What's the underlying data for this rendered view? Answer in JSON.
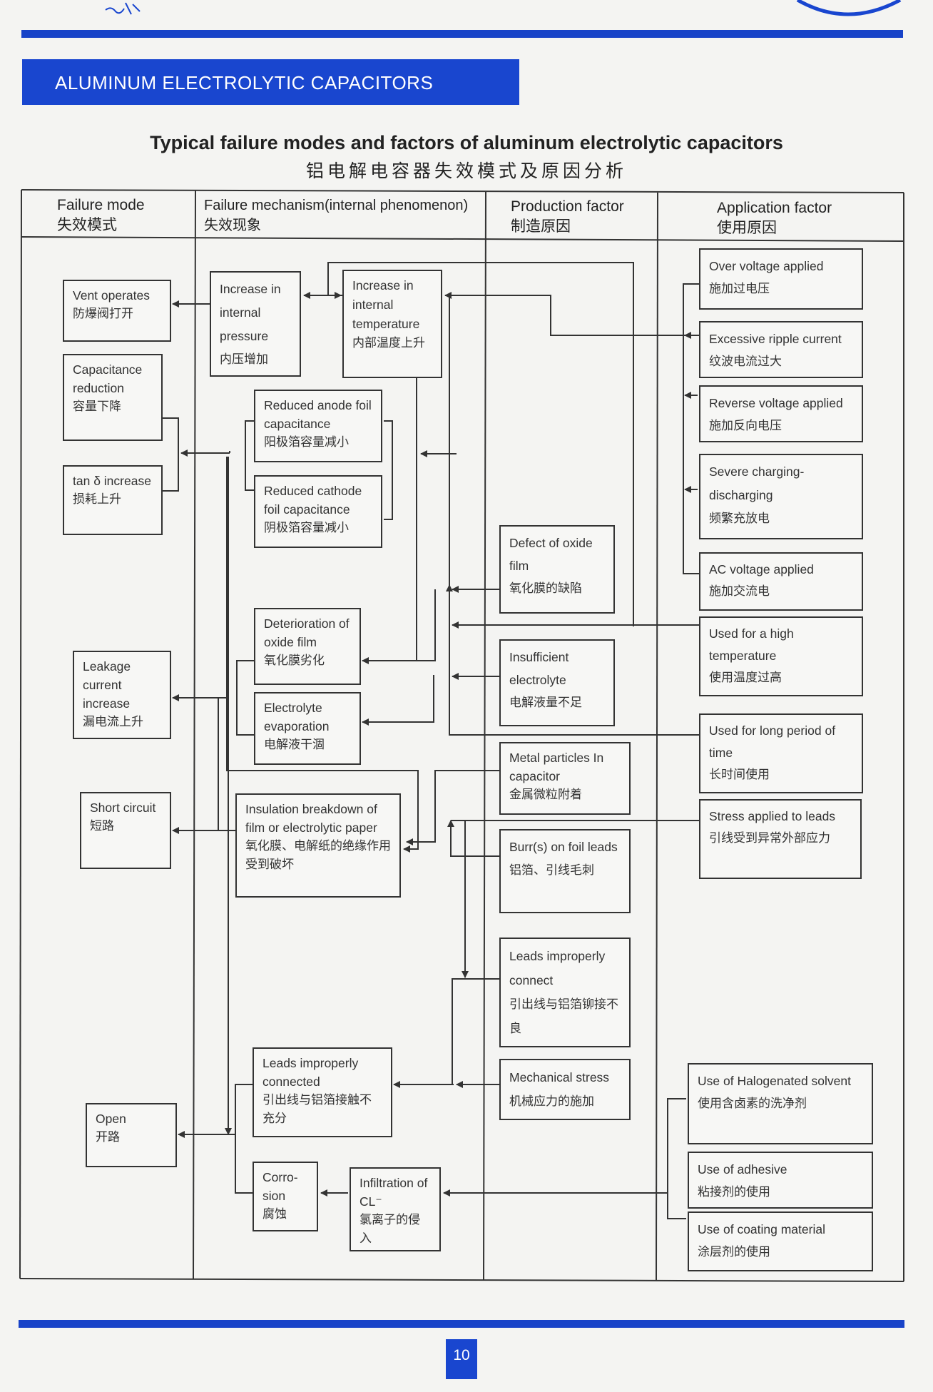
{
  "banner": {
    "title": "ALUMINUM ELECTROLYTIC CAPACITORS"
  },
  "title_en": "Typical failure modes and factors of aluminum electrolytic capacitors",
  "title_zh": "铝电解电容器失效模式及原因分析",
  "columns": [
    {
      "en": "Failure mode",
      "zh": "失效模式"
    },
    {
      "en": "Failure mechanism(internal phenomenon)",
      "zh": "失效现象"
    },
    {
      "en": "Production factor",
      "zh": "制造原因"
    },
    {
      "en": "Application factor",
      "zh": "使用原因"
    }
  ],
  "failure_modes": [
    {
      "en": "Vent operates",
      "zh": "防爆阀打开"
    },
    {
      "en": "Capacitance reduction",
      "zh": "容量下降"
    },
    {
      "en": "tan δ increase",
      "zh": "损耗上升"
    },
    {
      "en": "Leakage current increase",
      "zh": "漏电流上升"
    },
    {
      "en": "Short circuit",
      "zh": "短路"
    },
    {
      "en": "Open",
      "zh": "开路"
    }
  ],
  "mechanisms": [
    {
      "en": "Increase in internal pressure",
      "zh": "内压增加"
    },
    {
      "en": "Increase in internal temperature",
      "zh": "内部温度上升"
    },
    {
      "en": "Reduced anode foil capacitance",
      "zh": "阳极箔容量减小"
    },
    {
      "en": "Reduced cathode foil capacitance",
      "zh": "阴极箔容量减小"
    },
    {
      "en": "Deterioration of oxide film",
      "zh": "氧化膜劣化"
    },
    {
      "en": "Electrolyte evaporation",
      "zh": "电解液干涸"
    },
    {
      "en": "Insulation breakdown of film or electrolytic paper",
      "zh": "氧化膜、电解纸的绝缘作用受到破坏"
    },
    {
      "en": "Leads improperly connected",
      "zh": "引出线与铝箔接触不充分"
    },
    {
      "en": "Corro-sion",
      "zh": "腐蚀"
    },
    {
      "en": "Infiltration of CL⁻",
      "zh": "氯离子的侵入"
    }
  ],
  "production_factors": [
    {
      "en": "Defect of oxide film",
      "zh": "氧化膜的缺陷"
    },
    {
      "en": "Insufficient electrolyte",
      "zh": "电解液量不足"
    },
    {
      "en": "Metal particles In capacitor",
      "zh": "金属微粒附着"
    },
    {
      "en": "Burr(s) on foil leads",
      "zh": "铝箔、引线毛刺"
    },
    {
      "en": "Leads improperly connect",
      "zh": "引出线与铝箔铆接不良"
    },
    {
      "en": "Mechanical stress",
      "zh": "机械应力的施加"
    }
  ],
  "application_factors": [
    {
      "en": "Over voltage applied",
      "zh": "施加过电压"
    },
    {
      "en": "Excessive ripple current",
      "zh": "纹波电流过大"
    },
    {
      "en": "Reverse voltage applied",
      "zh": "施加反向电压"
    },
    {
      "en": "Severe charging-discharging",
      "zh": "频繁充放电"
    },
    {
      "en": "AC voltage applied",
      "zh": "施加交流电"
    },
    {
      "en": "Used for a high temperature",
      "zh": "使用温度过高"
    },
    {
      "en": "Used for long period of time",
      "zh": "长时间使用"
    },
    {
      "en": "Stress applied to leads",
      "zh": "引线受到异常外部应力"
    },
    {
      "en": "Use of Halogenated solvent",
      "zh": "使用含卤素的洗净剂"
    },
    {
      "en": "Use of adhesive",
      "zh": "粘接剂的使用"
    },
    {
      "en": "Use of coating material",
      "zh": "涂层剂的使用"
    }
  ],
  "page_number": "10"
}
